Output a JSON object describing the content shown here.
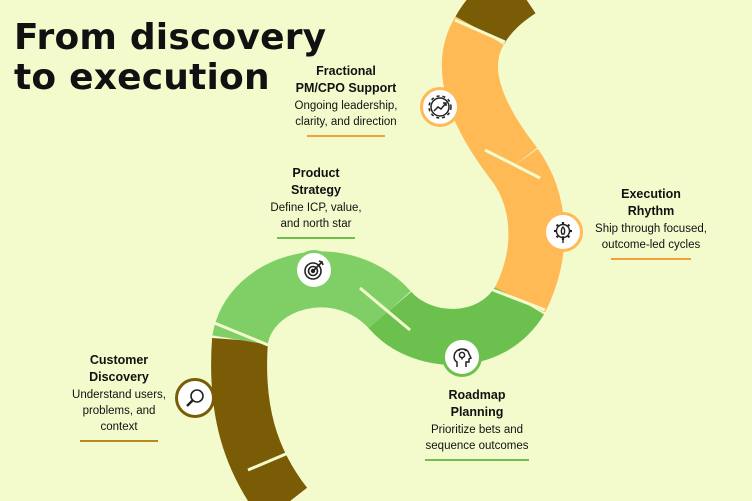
{
  "title": [
    "From discovery",
    "to execution"
  ],
  "colors": {
    "background": "#f3fbcd",
    "brown": "#7a5c06",
    "lightGreen": "#7fcf66",
    "green": "#6cc04d",
    "orange": "#ffba55",
    "underlineBrown": "#b58a20",
    "underlineGreen": "#6cc04d",
    "underlineOrange": "#f0a040"
  },
  "stages": [
    {
      "id": "customer-discovery",
      "name": [
        "Customer",
        "Discovery"
      ],
      "desc": [
        "Understand users,",
        "problems, and",
        "context"
      ],
      "icon": "magnifier-icon",
      "color": "#7a5c06"
    },
    {
      "id": "product-strategy",
      "name": [
        "Product",
        "Strategy"
      ],
      "desc": [
        "Define ICP, value,",
        "and north star"
      ],
      "icon": "target-arrow-icon",
      "color": "#7fcf66"
    },
    {
      "id": "roadmap-planning",
      "name": [
        "Roadmap",
        "Planning"
      ],
      "desc": [
        "Prioritize bets and",
        "sequence outcomes"
      ],
      "icon": "head-lightbulb-icon",
      "color": "#6cc04d"
    },
    {
      "id": "execution-rhythm",
      "name": [
        "Execution",
        "Rhythm"
      ],
      "desc": [
        "Ship through focused,",
        "outcome-led cycles"
      ],
      "icon": "gear-rocket-icon",
      "color": "#ffba55"
    },
    {
      "id": "fractional-support",
      "name": [
        "Fractional",
        "PM/CPO Support"
      ],
      "desc": [
        "Ongoing leadership,",
        "clarity, and direction"
      ],
      "icon": "growth-cycle-icon",
      "color": "#ffba55"
    }
  ]
}
